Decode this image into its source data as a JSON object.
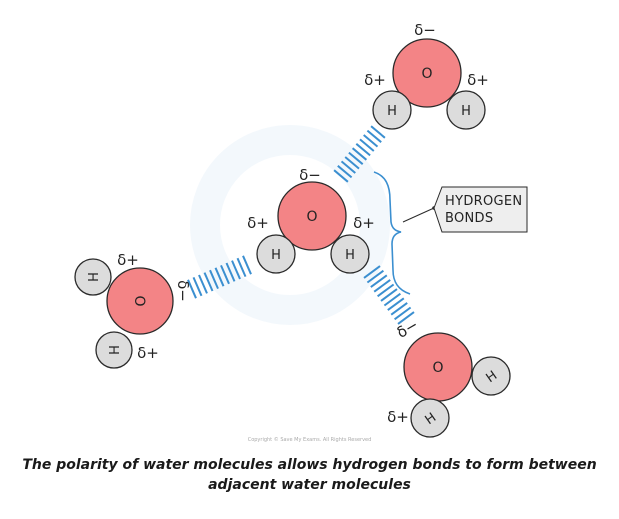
{
  "colors": {
    "oxygen_fill": "#f38486",
    "hydrogen_fill": "#dcdcdc",
    "hbond_color": "#3b8fd0",
    "outline": "#2a2a2a"
  },
  "atoms": {
    "oxygen": "O",
    "hydrogen": "H"
  },
  "charges": {
    "delta_minus": "δ−",
    "delta_plus": "δ+",
    "delta_minus_rotated": "δ−"
  },
  "label": {
    "line1": "HYDROGEN",
    "line2": "BONDS"
  },
  "copyright": "Copyright © Save My Exams. All Rights Reserved",
  "caption": "The polarity of water molecules allows hydrogen bonds to form between adjacent water molecules"
}
